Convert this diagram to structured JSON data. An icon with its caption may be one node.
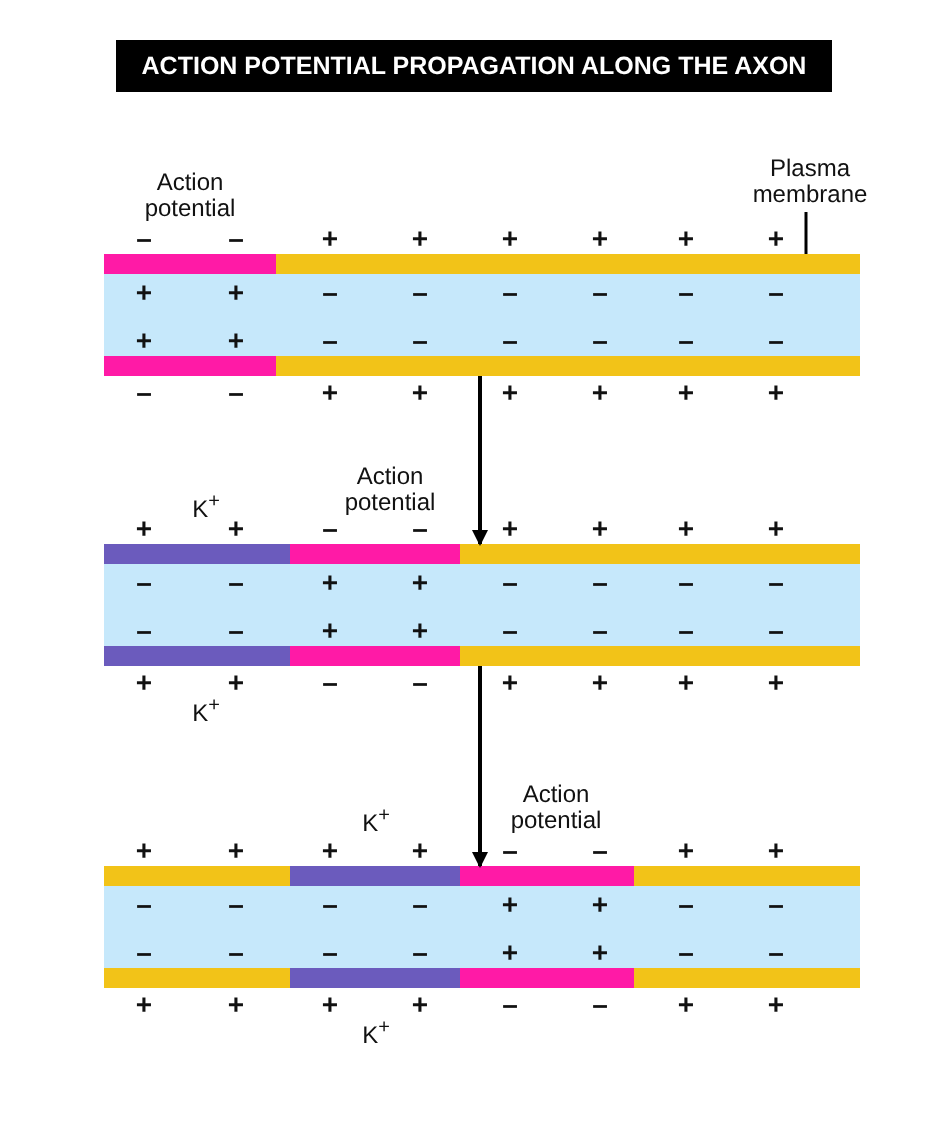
{
  "diagram": {
    "title": "ACTION POTENTIAL PROPAGATION ALONG THE AXON",
    "nodes": [
      {
        "text": [
          "Plasma membrane"
        ]
      },
      {
        "text": [],
        "shape": "box"
      },
      {
        "text": [],
        "shape": "box"
      },
      {
        "text": [],
        "shape": "box"
      }
    ],
    "edges": [
      {
        "from": 0,
        "to": 1,
        "arrow": "none"
      },
      {
        "from": 1,
        "to": 2,
        "arrow": "to"
      },
      {
        "from": 2,
        "to": 3,
        "arrow": "to"
      }
    ],
    "labels": [
      "Action potential",
      "–",
      "–",
      "+",
      "+",
      "+",
      "+",
      "+",
      "+",
      "+",
      "+",
      "–",
      "–",
      "–",
      "–",
      "–",
      "–",
      "+",
      "+",
      "–",
      "–",
      "–",
      "–",
      "–",
      "–",
      "–",
      "–",
      "+",
      "+",
      "+",
      "+",
      "+",
      "+",
      "Action potential",
      "K$^{+}$",
      "+",
      "+",
      "–",
      "–",
      "+",
      "+",
      "+",
      "+",
      "–",
      "–",
      "+",
      "+",
      "–",
      "–",
      "–",
      "–",
      "–",
      "–",
      "+",
      "+",
      "–",
      "–",
      "–",
      "–",
      "+",
      "+",
      "–",
      "–",
      "+",
      "+",
      "+",
      "+",
      "K$^{+}$",
      "Action potential",
      "K$^{+}$",
      "+",
      "+",
      "+",
      "+",
      "–",
      "–",
      "+",
      "+",
      "–",
      "–",
      "–",
      "–",
      "+",
      "+",
      "–",
      "–",
      "–",
      "–",
      "–",
      "–",
      "+",
      "+",
      "–",
      "–",
      "+",
      "+",
      "+",
      "+",
      "–",
      "–",
      "+",
      "+",
      "K$^{+}$"
    ]
  }
}
